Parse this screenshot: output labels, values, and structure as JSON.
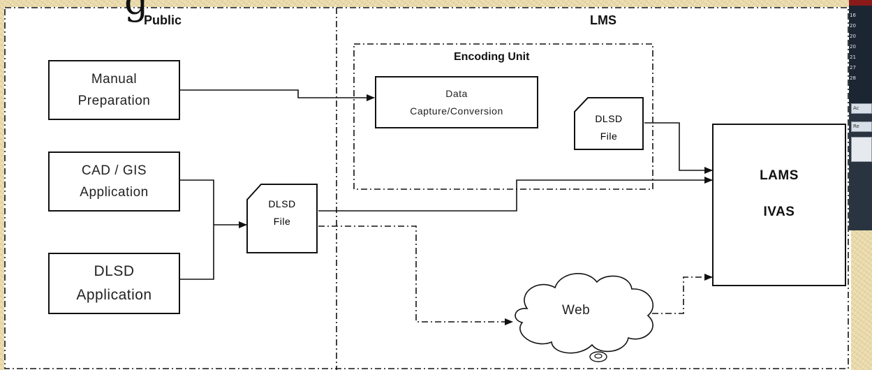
{
  "zones": {
    "public": "Public",
    "lms": "LMS",
    "encoding_unit": "Encoding Unit"
  },
  "boxes": {
    "manual": [
      "Manual",
      "Preparation"
    ],
    "cad": [
      "CAD / GIS",
      "Application"
    ],
    "dlsd_app": [
      "DLSD",
      "Application"
    ],
    "dlsd_file_public": [
      "DLSD",
      "File"
    ],
    "data_capture": [
      "Data",
      "Capture/Conversion"
    ],
    "dlsd_file_lms": [
      "DLSD",
      "File"
    ],
    "lams": "LAMS",
    "ivas": "IVAS",
    "web": "Web"
  },
  "thumbnail": {
    "rows": [
      "16",
      "20",
      "20",
      "20",
      "21",
      "27",
      "28"
    ],
    "fields": [
      "Ac",
      "Re"
    ]
  },
  "colors": {
    "page_bg": "#eddfb2",
    "line": "#111111",
    "thumb_bg": "#2a3440"
  }
}
